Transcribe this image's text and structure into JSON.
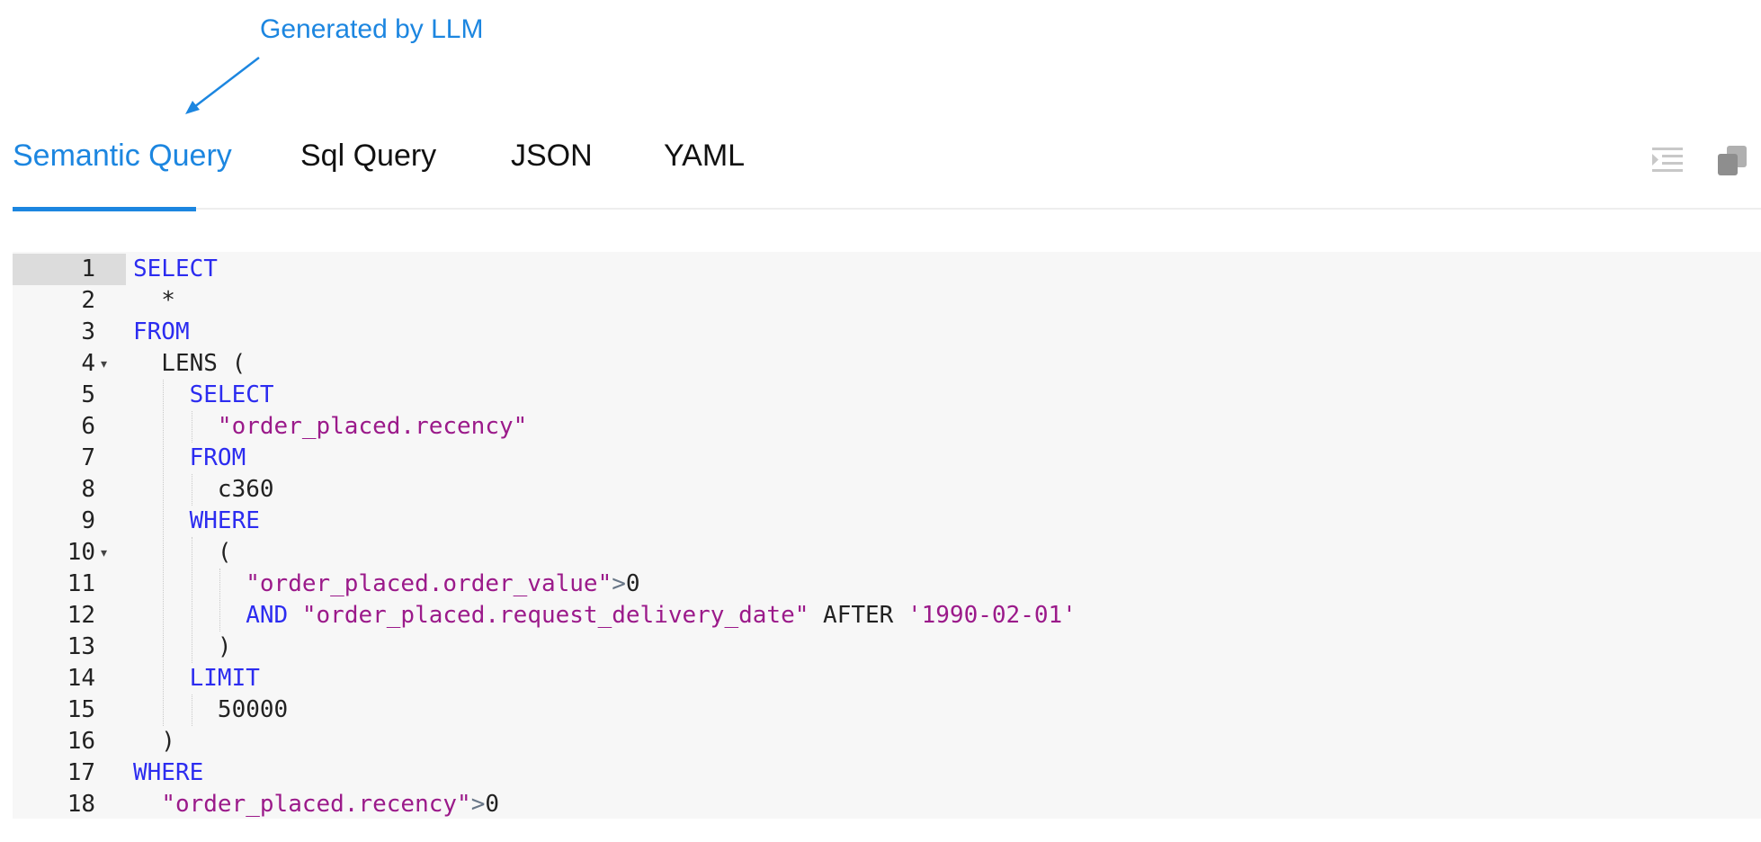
{
  "annotation": {
    "label": "Generated by LLM"
  },
  "tabs": [
    {
      "label": "Semantic Query",
      "active": true
    },
    {
      "label": "Sql Query",
      "active": false
    },
    {
      "label": "JSON",
      "active": false
    },
    {
      "label": "YAML",
      "active": false
    }
  ],
  "toolbar": {
    "icons": [
      "indent-icon",
      "copy-icon"
    ]
  },
  "colors": {
    "accent": "#1c86e0",
    "keyword": "#2c2cf0",
    "string": "#9b1a8a",
    "operator": "#687687"
  },
  "editor": {
    "active_line": 1,
    "lines": [
      {
        "num": "1",
        "fold": false,
        "tokens": [
          {
            "t": "kw",
            "v": "SELECT"
          }
        ]
      },
      {
        "num": "2",
        "fold": false,
        "tokens": [
          {
            "t": "plain",
            "v": "  *"
          }
        ]
      },
      {
        "num": "3",
        "fold": false,
        "tokens": [
          {
            "t": "kw",
            "v": "FROM"
          }
        ]
      },
      {
        "num": "4",
        "fold": true,
        "tokens": [
          {
            "t": "plain",
            "v": "  LENS ("
          }
        ]
      },
      {
        "num": "5",
        "fold": false,
        "tokens": [
          {
            "t": "plain",
            "v": "    "
          },
          {
            "t": "kw",
            "v": "SELECT"
          }
        ]
      },
      {
        "num": "6",
        "fold": false,
        "tokens": [
          {
            "t": "plain",
            "v": "      "
          },
          {
            "t": "str",
            "v": "\"order_placed.recency\""
          }
        ]
      },
      {
        "num": "7",
        "fold": false,
        "tokens": [
          {
            "t": "plain",
            "v": "    "
          },
          {
            "t": "kw",
            "v": "FROM"
          }
        ]
      },
      {
        "num": "8",
        "fold": false,
        "tokens": [
          {
            "t": "plain",
            "v": "      c360"
          }
        ]
      },
      {
        "num": "9",
        "fold": false,
        "tokens": [
          {
            "t": "plain",
            "v": "    "
          },
          {
            "t": "kw",
            "v": "WHERE"
          }
        ]
      },
      {
        "num": "10",
        "fold": true,
        "tokens": [
          {
            "t": "plain",
            "v": "      ("
          }
        ]
      },
      {
        "num": "11",
        "fold": false,
        "tokens": [
          {
            "t": "plain",
            "v": "        "
          },
          {
            "t": "str",
            "v": "\"order_placed.order_value\""
          },
          {
            "t": "op",
            "v": ">"
          },
          {
            "t": "plain",
            "v": "0"
          }
        ]
      },
      {
        "num": "12",
        "fold": false,
        "tokens": [
          {
            "t": "plain",
            "v": "        "
          },
          {
            "t": "kw",
            "v": "AND"
          },
          {
            "t": "plain",
            "v": " "
          },
          {
            "t": "str",
            "v": "\"order_placed.request_delivery_date\""
          },
          {
            "t": "plain",
            "v": " AFTER "
          },
          {
            "t": "str",
            "v": "'1990-02-01'"
          }
        ]
      },
      {
        "num": "13",
        "fold": false,
        "tokens": [
          {
            "t": "plain",
            "v": "      )"
          }
        ]
      },
      {
        "num": "14",
        "fold": false,
        "tokens": [
          {
            "t": "plain",
            "v": "    "
          },
          {
            "t": "kw",
            "v": "LIMIT"
          }
        ]
      },
      {
        "num": "15",
        "fold": false,
        "tokens": [
          {
            "t": "plain",
            "v": "      50000"
          }
        ]
      },
      {
        "num": "16",
        "fold": false,
        "tokens": [
          {
            "t": "plain",
            "v": "  )"
          }
        ]
      },
      {
        "num": "17",
        "fold": false,
        "tokens": [
          {
            "t": "kw",
            "v": "WHERE"
          }
        ]
      },
      {
        "num": "18",
        "fold": false,
        "tokens": [
          {
            "t": "plain",
            "v": "  "
          },
          {
            "t": "str",
            "v": "\"order_placed.recency\""
          },
          {
            "t": "op",
            "v": ">"
          },
          {
            "t": "plain",
            "v": "0"
          }
        ]
      }
    ]
  }
}
